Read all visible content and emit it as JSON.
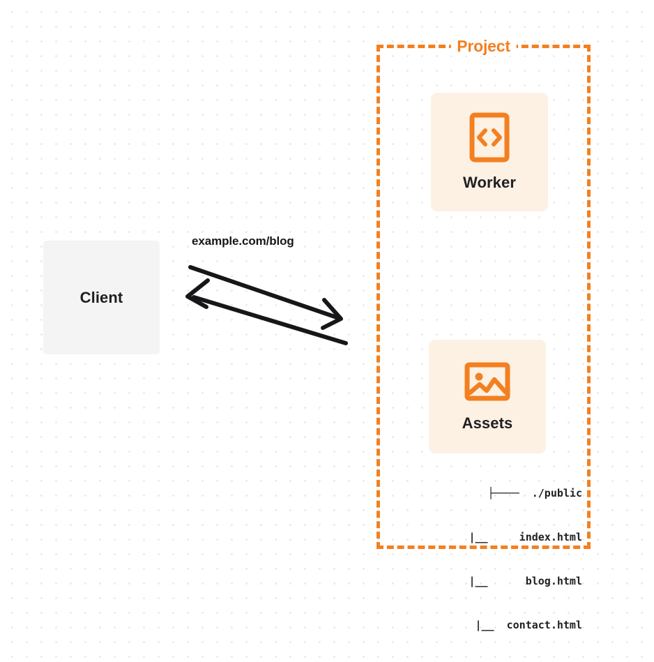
{
  "diagram": {
    "title": "Worker with static assets routing",
    "background": {
      "color": "#ffffff",
      "dot_color": "#e9e9ea"
    },
    "accent_color": "#f38020",
    "card_background": "#fdf1e4",
    "client_background": "#f4f4f5",
    "text_color": "#1f1f22"
  },
  "client": {
    "label": "Client",
    "icon": "client-box"
  },
  "connection": {
    "label": "example.com/blog",
    "request_arrow": {
      "name": "request-arrow",
      "direction": "client-to-project"
    },
    "response_arrow": {
      "name": "response-arrow",
      "direction": "project-to-client"
    },
    "stroke_color": "#17171a"
  },
  "project": {
    "label": "Project",
    "border_style": "dashed",
    "border_color": "#f38020",
    "cards": [
      {
        "id": "worker",
        "label": "Worker",
        "icon": "code-brackets-icon",
        "icon_color": "#f38020"
      },
      {
        "id": "assets",
        "label": "Assets",
        "icon": "image-icon",
        "icon_color": "#f38020"
      }
    ],
    "file_tree": [
      {
        "branch": "├───",
        "name": "./public"
      },
      {
        "branch": "|__",
        "name": "index.html"
      },
      {
        "branch": "|__",
        "name": "blog.html"
      },
      {
        "branch": "|__",
        "name": "contact.html"
      }
    ],
    "file_tree_lines": [
      "├────  ./public",
      "|__     index.html",
      "|__      blog.html",
      "|__  contact.html"
    ]
  }
}
